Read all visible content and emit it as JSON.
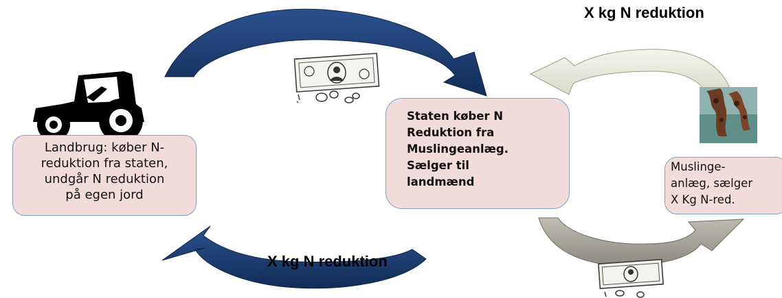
{
  "boxes": {
    "farm": {
      "lines": [
        "Landbrug: køber N-",
        "reduktion fra staten,",
        "undgår N reduktion",
        "på egen jord"
      ]
    },
    "state": {
      "lines": [
        "Staten køber N",
        "Reduktion fra",
        "Muslingeanlæg.",
        "Sælger til",
        "landmænd"
      ]
    },
    "mussel": {
      "lines": [
        "Muslinge-",
        "anlæg, sælger",
        "X Kg N-red."
      ]
    }
  },
  "labels": {
    "top": "X kg N reduktion",
    "bottom": "X kg N reduktion"
  },
  "icons": {
    "tractor": "tractor-icon",
    "money_top": "money-icon",
    "money_bottom": "money-icon",
    "mussel_photo": "mussel-photo"
  },
  "colors": {
    "dark_arrow": "#1d3f73",
    "light_arrow": "#e6e6d6",
    "gray_arrow": "#a8a59a",
    "box_fill": "#f2dcdb",
    "box_border": "#7f9fc9"
  }
}
